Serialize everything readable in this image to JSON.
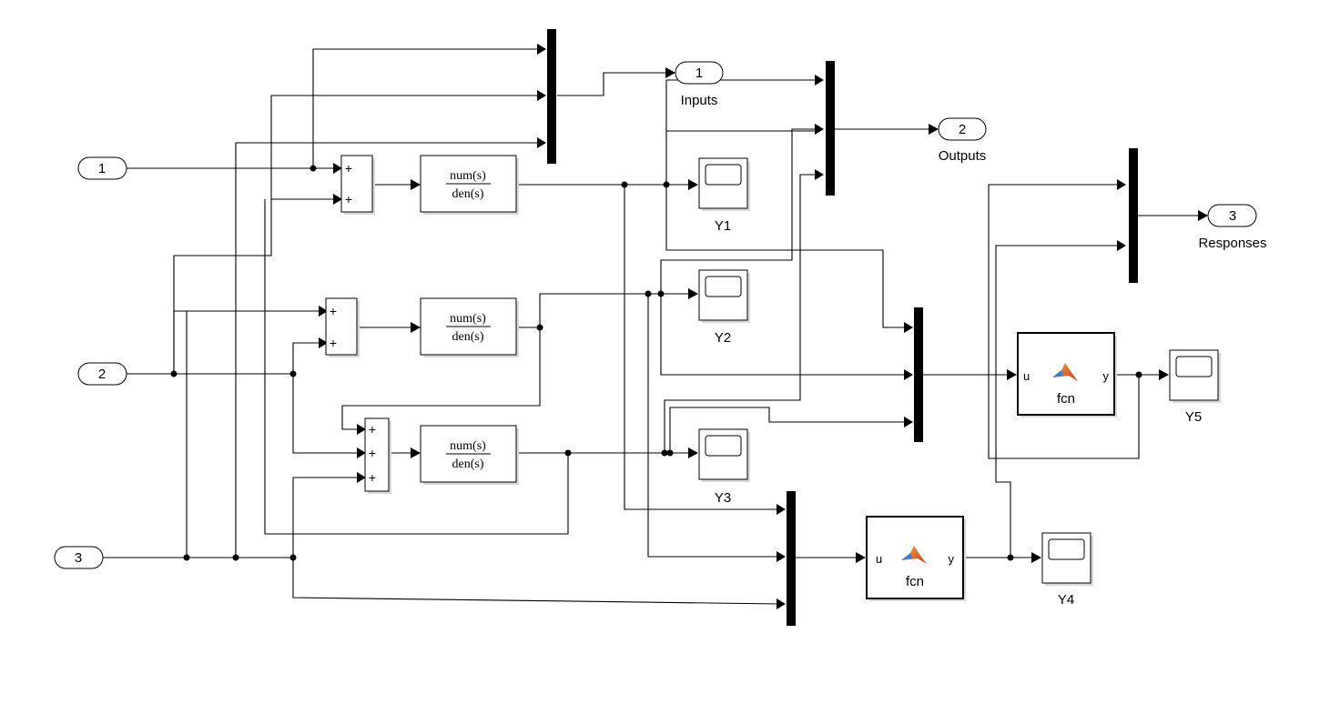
{
  "inports": [
    {
      "num": "1"
    },
    {
      "num": "2"
    },
    {
      "num": "3"
    }
  ],
  "outports": [
    {
      "num": "1",
      "label": "Inputs"
    },
    {
      "num": "2",
      "label": "Outputs"
    },
    {
      "num": "3",
      "label": "Responses"
    }
  ],
  "transfer_fcns": [
    {
      "numerator": "num(s)",
      "denominator": "den(s)"
    },
    {
      "numerator": "num(s)",
      "denominator": "den(s)"
    },
    {
      "numerator": "num(s)",
      "denominator": "den(s)"
    }
  ],
  "sums": [
    {
      "signs": [
        "+",
        "+"
      ]
    },
    {
      "signs": [
        "+",
        "+"
      ]
    },
    {
      "signs": [
        "+",
        "+",
        "+"
      ]
    }
  ],
  "scopes": [
    {
      "label": "Y1"
    },
    {
      "label": "Y2"
    },
    {
      "label": "Y3"
    },
    {
      "label": "Y4"
    },
    {
      "label": "Y5"
    }
  ],
  "matlab_fcns": [
    {
      "name": "fcn",
      "in_port": "u",
      "out_port": "y"
    },
    {
      "name": "fcn",
      "in_port": "u",
      "out_port": "y"
    }
  ],
  "colors": {
    "line": "#000000",
    "background": "#ffffff",
    "block_shadow": "#d9d9d9",
    "matlab_logo_orange": "#e8601c",
    "matlab_logo_blue": "#3a7bd5"
  }
}
